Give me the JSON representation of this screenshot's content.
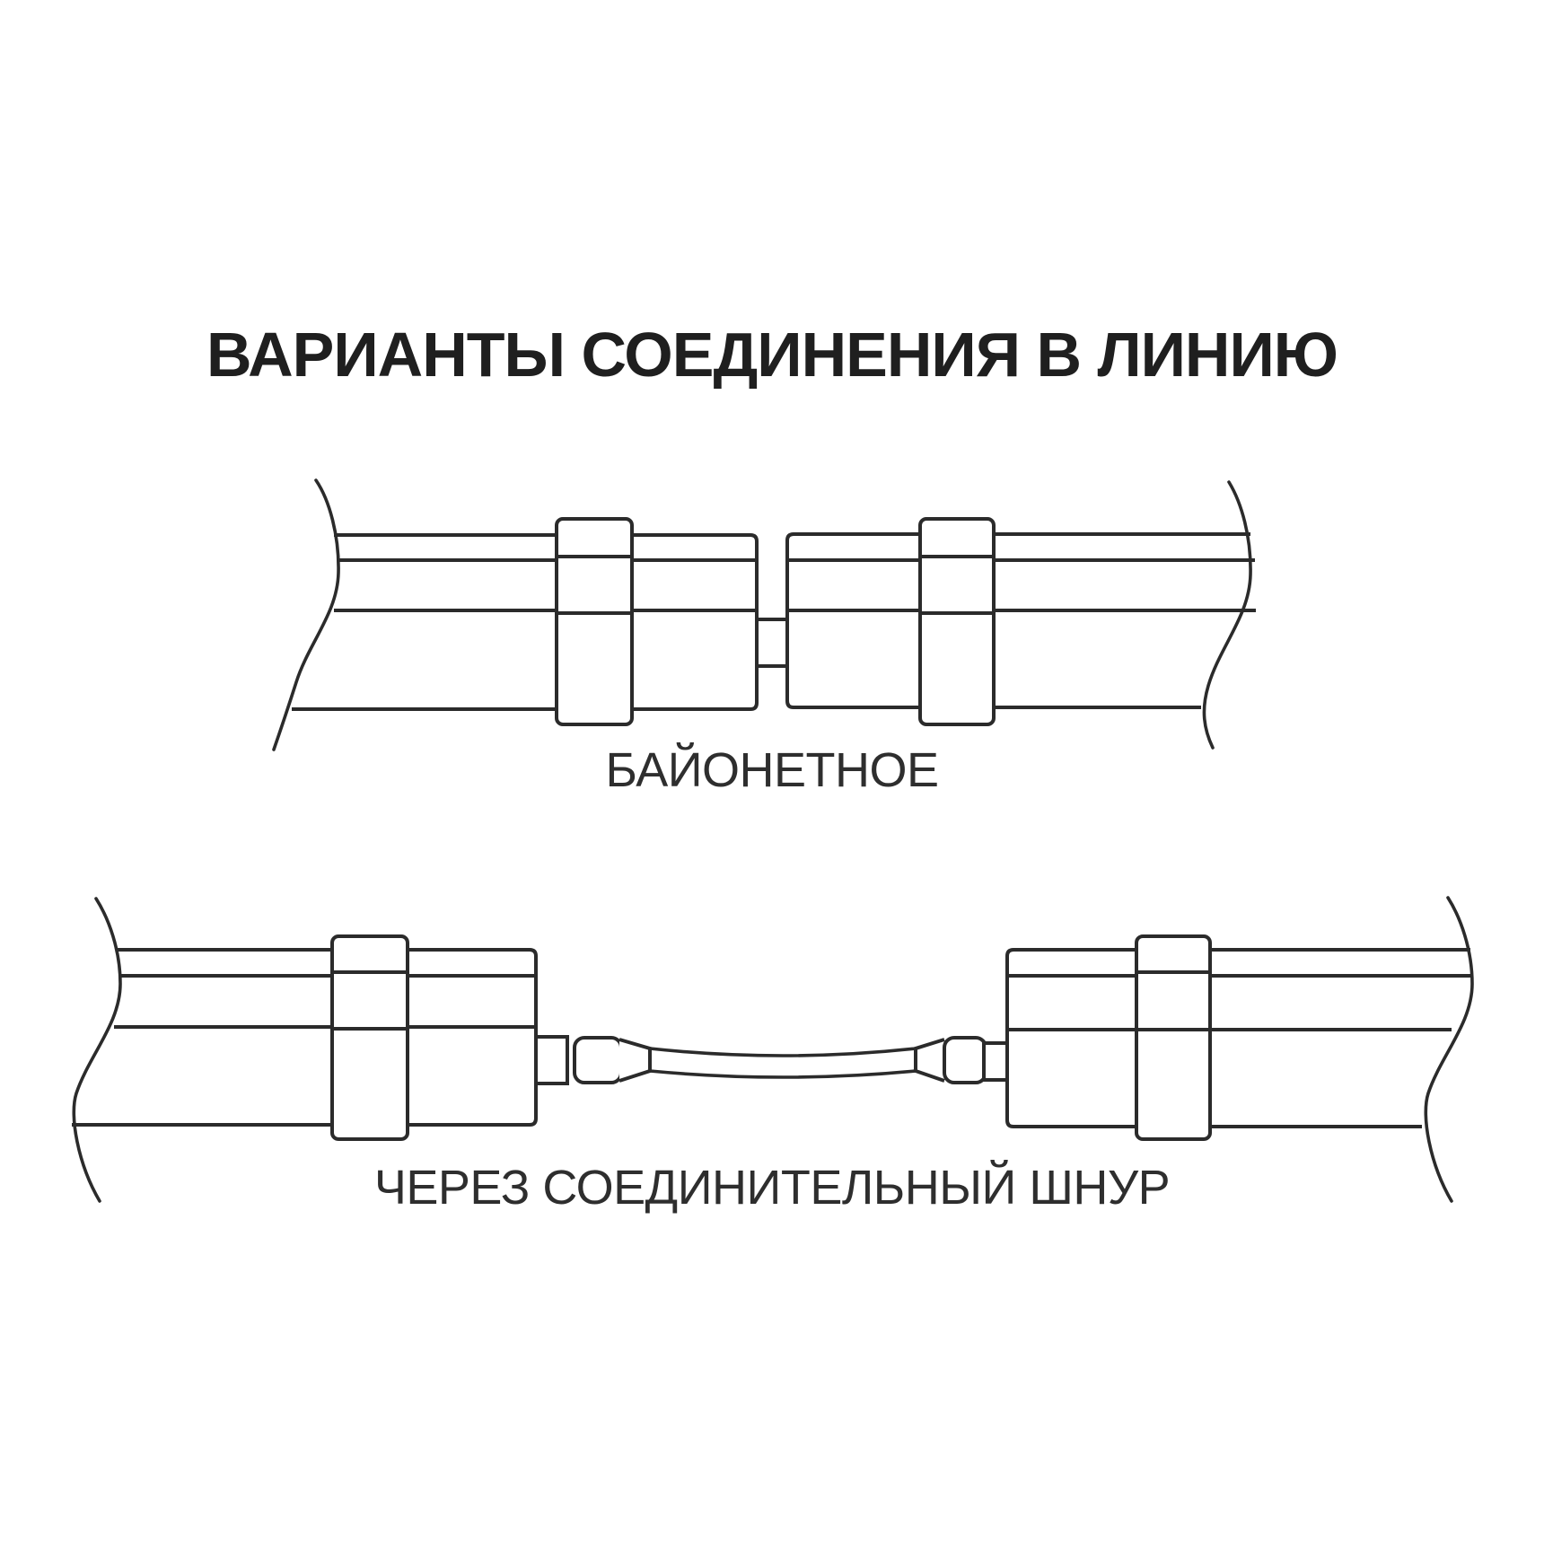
{
  "page": {
    "background_color": "#ffffff",
    "line_color": "#2b2b2b",
    "title_color": "#1f1f1f",
    "caption_color": "#2e2e2e"
  },
  "title": "ВАРИАНТЫ СОЕДИНЕНИЯ В ЛИНИЮ",
  "diagrams": [
    {
      "id": "bayonet",
      "caption": "БАЙОНЕТНОЕ"
    },
    {
      "id": "cord",
      "caption": "ЧЕРЕЗ СОЕДИНИТЕЛЬНЫЙ ШНУР"
    }
  ]
}
